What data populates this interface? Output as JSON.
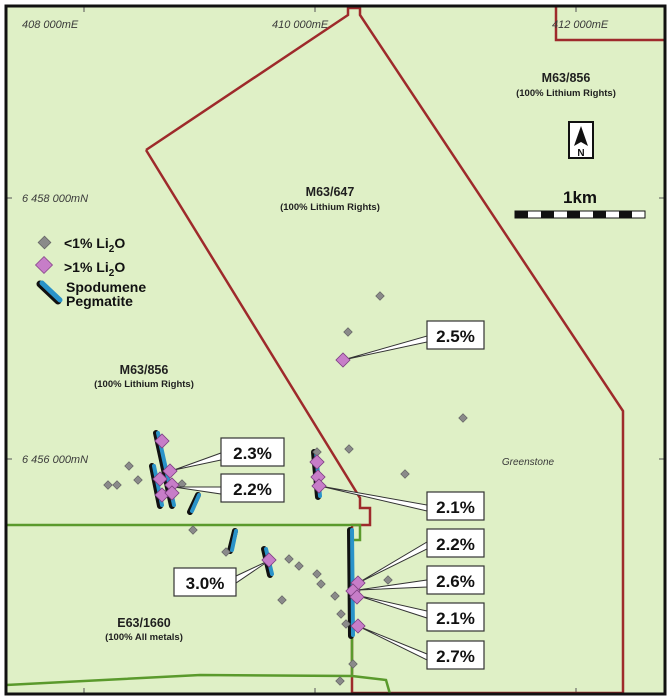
{
  "grid_labels": {
    "easting_1": "408 000mE",
    "easting_2": "410 000mE",
    "easting_3": "412 000mE",
    "northing_1": "6 458 000mN",
    "northing_2": "6 456 000mN"
  },
  "tenements": [
    {
      "id": "M63/856",
      "rights": "(100% Lithium Rights)"
    },
    {
      "id": "M63/647",
      "rights": "(100% Lithium Rights)"
    },
    {
      "id": "M63/856",
      "rights": "(100% Lithium Rights)"
    },
    {
      "id": "E63/1660",
      "rights": "(100% All metals)"
    }
  ],
  "geology_label": "Greenstone",
  "legend": {
    "low_grade_prefix": "<1% Li",
    "high_grade_prefix": ">1% Li",
    "oxide_sub": "2",
    "oxide_suffix": "O",
    "pegmatite_line1": "Spodumene",
    "pegmatite_line2": "Pegmatite"
  },
  "north_arrow_letter": "N",
  "scale_label": "1km",
  "grade_callouts": [
    "2.5%",
    "2.3%",
    "2.2%",
    "2.1%",
    "2.2%",
    "3.0%",
    "2.6%",
    "2.1%",
    "2.7%"
  ],
  "colors": {
    "map_fill": "#dff0c6",
    "frame": "#111111",
    "tenement_red": "#9e2a2b",
    "tenement_green": "#5a9a2c",
    "pegmatite_blue": "#2a93c9",
    "high_grade": "#c77dc8",
    "low_grade": "#8a8a8a"
  }
}
